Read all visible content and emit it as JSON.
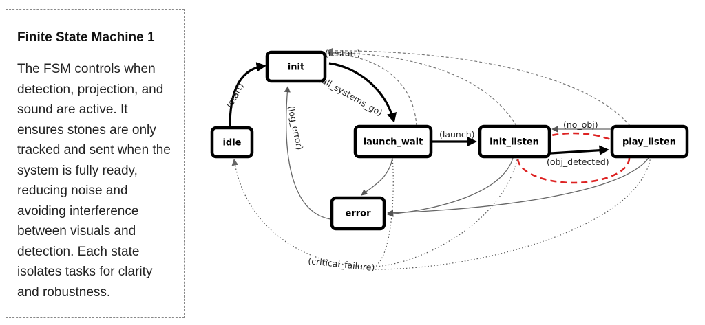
{
  "panel": {
    "title": "Finite State Machine 1",
    "body": "The FSM controls when detection, projection, and sound are active. It ensures stones are only tracked and sent when the system is fully ready, reducing noise and avoiding interference between visuals and detection. Each state isolates tasks for clarity and robustness."
  },
  "diagram": {
    "states": {
      "idle": "idle",
      "init": "init",
      "launch_wait": "launch_wait",
      "init_listen": "init_listen",
      "play_listen": "play_listen",
      "error": "error"
    },
    "transitions": {
      "start": "(start)",
      "all_systems_go": "(all_systems_go)",
      "launch": "(launch)",
      "obj_detected": "(obj_detected)",
      "no_obj": "(no_obj)",
      "restart": "(restart)",
      "log_error": "(log_error)",
      "critical_failure": "(critical_failure)"
    },
    "highlight_color": "#dd2222"
  }
}
